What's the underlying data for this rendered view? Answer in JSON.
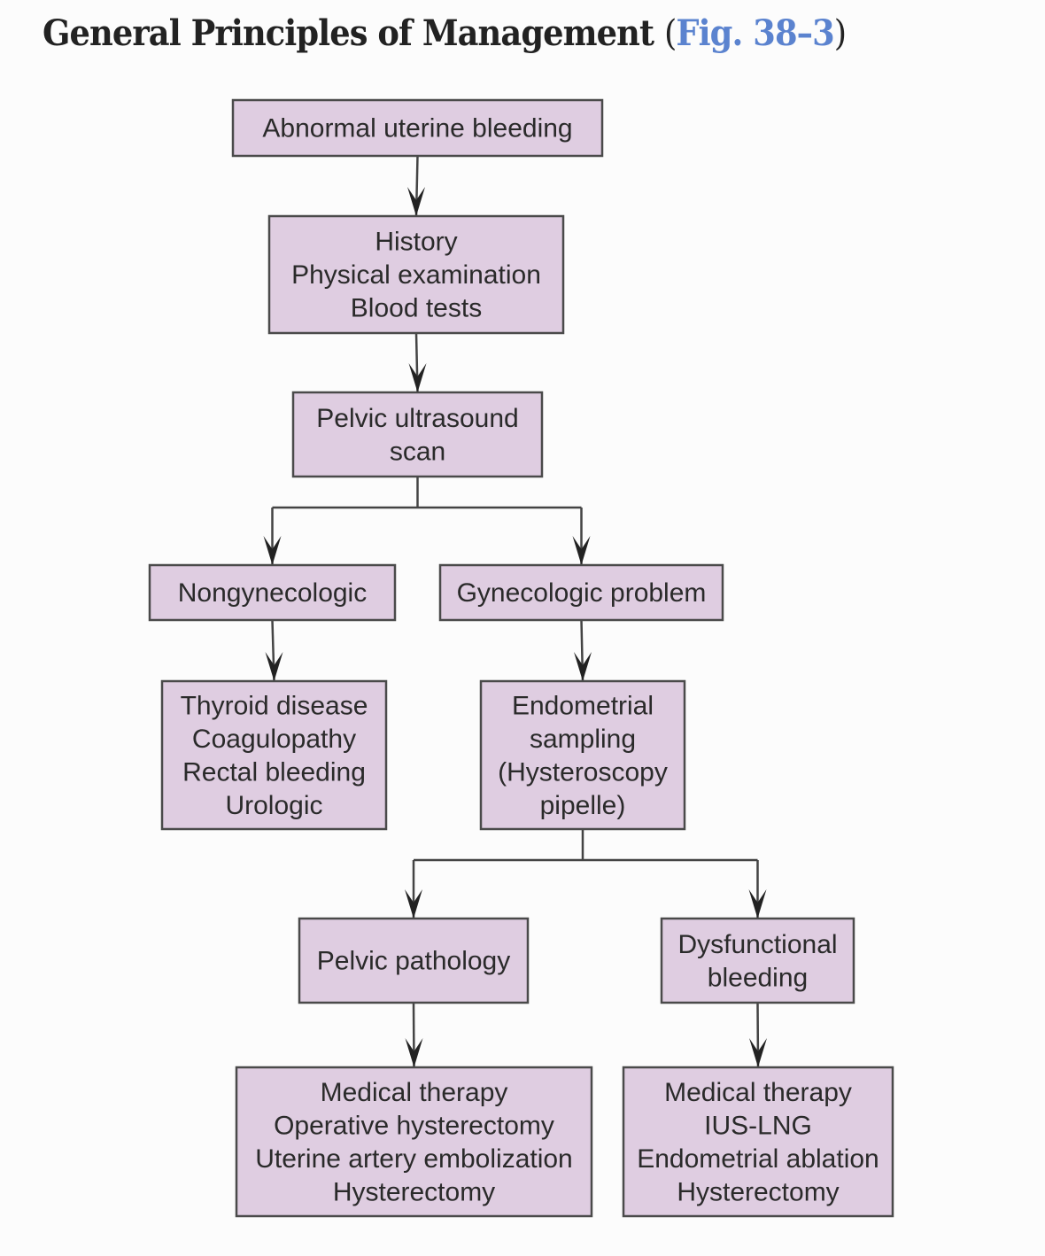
{
  "heading": {
    "title": "General Principles of Management",
    "open_paren": "(",
    "figure_ref": "Fig. 38–3",
    "close_paren": ")"
  },
  "colors": {
    "node_fill": "#dfcde1",
    "node_border": "#4a4a4a",
    "link": "#5b83cf",
    "text": "#2a2a2a"
  },
  "flowchart": {
    "nodes": [
      {
        "id": "abnormal-uterine-bleeding",
        "lines": [
          "Abnormal uterine bleeding"
        ]
      },
      {
        "id": "history-exam-tests",
        "lines": [
          "History",
          "Physical examination",
          "Blood tests"
        ]
      },
      {
        "id": "pelvic-ultrasound",
        "lines": [
          "Pelvic ultrasound",
          "scan"
        ]
      },
      {
        "id": "nongynecologic",
        "lines": [
          "Nongynecologic"
        ]
      },
      {
        "id": "gynecologic-problem",
        "lines": [
          "Gynecologic problem"
        ]
      },
      {
        "id": "nongyn-causes",
        "lines": [
          "Thyroid disease",
          "Coagulopathy",
          "Rectal bleeding",
          "Urologic"
        ]
      },
      {
        "id": "endometrial-sampling",
        "lines": [
          "Endometrial",
          "sampling",
          "(Hysteroscopy",
          "pipelle)"
        ]
      },
      {
        "id": "pelvic-pathology",
        "lines": [
          "Pelvic pathology"
        ]
      },
      {
        "id": "dysfunctional-bleeding",
        "lines": [
          "Dysfunctional",
          "bleeding"
        ]
      },
      {
        "id": "pathology-treatment",
        "lines": [
          "Medical therapy",
          "Operative hysterectomy",
          "Uterine artery embolization",
          "Hysterectomy"
        ]
      },
      {
        "id": "dysfunctional-treatment",
        "lines": [
          "Medical therapy",
          "IUS-LNG",
          "Endometrial ablation",
          "Hysterectomy"
        ]
      }
    ],
    "edges": [
      {
        "from": "abnormal-uterine-bleeding",
        "to": "history-exam-tests"
      },
      {
        "from": "history-exam-tests",
        "to": "pelvic-ultrasound"
      },
      {
        "from": "pelvic-ultrasound",
        "to": "nongynecologic"
      },
      {
        "from": "pelvic-ultrasound",
        "to": "gynecologic-problem"
      },
      {
        "from": "nongynecologic",
        "to": "nongyn-causes"
      },
      {
        "from": "gynecologic-problem",
        "to": "endometrial-sampling"
      },
      {
        "from": "endometrial-sampling",
        "to": "pelvic-pathology"
      },
      {
        "from": "endometrial-sampling",
        "to": "dysfunctional-bleeding"
      },
      {
        "from": "pelvic-pathology",
        "to": "pathology-treatment"
      },
      {
        "from": "dysfunctional-bleeding",
        "to": "dysfunctional-treatment"
      }
    ]
  }
}
